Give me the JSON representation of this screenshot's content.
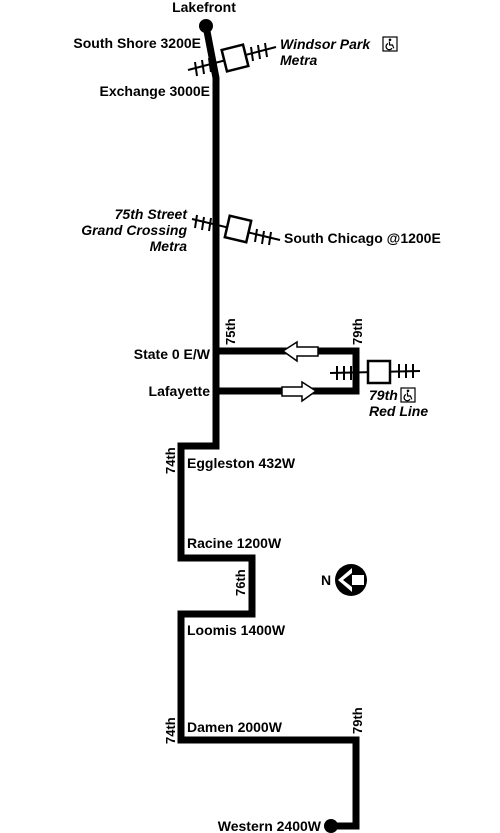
{
  "route_map": {
    "stops": {
      "lakefront": "Lakefront",
      "south_shore": "South Shore 3200E",
      "exchange": "Exchange 3000E",
      "south_chicago": "South Chicago @1200E",
      "state": "State 0 E/W",
      "lafayette": "Lafayette",
      "eggleston": "Eggleston 432W",
      "racine": "Racine 1200W",
      "loomis": "Loomis 1400W",
      "damen": "Damen 2000W",
      "western": "Western 2400W"
    },
    "transfers": {
      "windsor_park": [
        "Windsor Park",
        "Metra"
      ],
      "grand_crossing": [
        "75th Street",
        "Grand Crossing",
        "Metra"
      ],
      "red_line": [
        "79th",
        "Red Line"
      ]
    },
    "street_labels": {
      "s75_upper": "75th",
      "s79_upper": "79th",
      "s74_upper": "74th",
      "s76": "76th",
      "s74_lower": "74th",
      "s79_lower": "79th"
    },
    "north_label": "N",
    "colors": {
      "route": "#000000",
      "background": "#ffffff"
    },
    "icons": [
      "wheelchair-accessible-icon",
      "north-arrow-icon",
      "direction-arrow-icon",
      "rail-station-icon"
    ]
  }
}
